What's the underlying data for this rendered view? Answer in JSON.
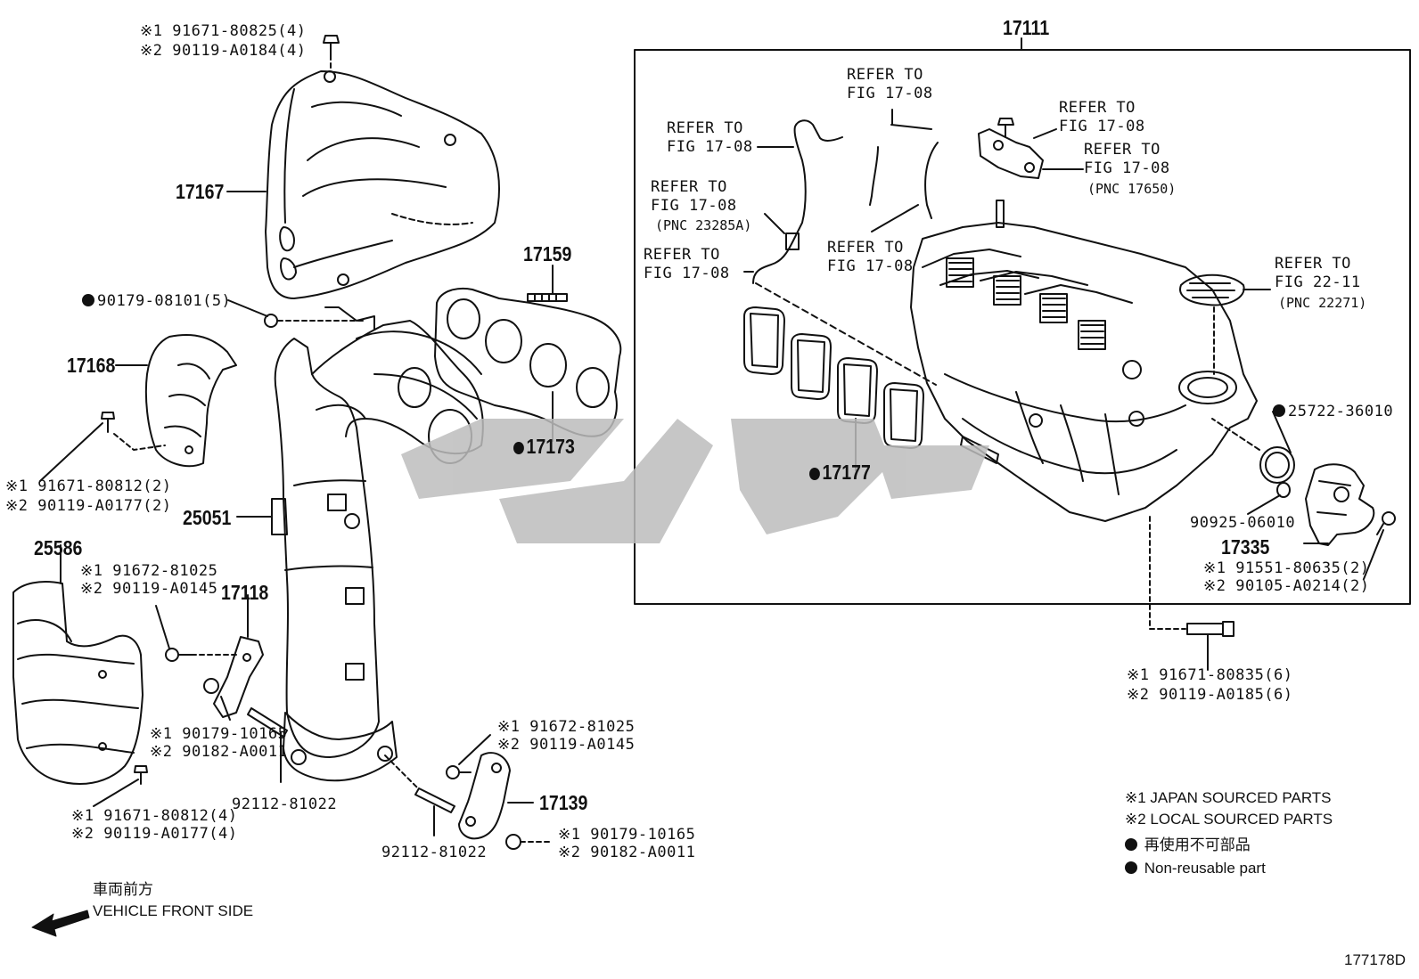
{
  "diagram": {
    "figure_code": "177178D",
    "box_part": "17111",
    "parts": {
      "p17167": "17167",
      "p17168": "17168",
      "p17159": "17159",
      "p17173": "17173",
      "p25051": "25051",
      "p25586": "25586",
      "p17118": "17118",
      "p17139": "17139",
      "p17177": "17177",
      "p17335": "17335",
      "p92112a": "92112-81022",
      "p92112b": "92112-81022",
      "p90179": "90179-08101(5)",
      "p25722": "25722-36010",
      "p90925": "90925-06010"
    },
    "fasteners": {
      "top_1": "※1 91671-80825(4)",
      "top_2": "※2 90119-A0184(4)",
      "h168_1": "※1 91671-80812(2)",
      "h168_2": "※2 90119-A0177(2)",
      "b118_1": "※1 91672-81025",
      "b118_2": "※2 90119-A0145",
      "n118_1": "※1 90179-10165",
      "n118_2": "※2 90182-A0011",
      "h586_1": "※1 91671-80812(4)",
      "h586_2": "※2 90119-A0177(4)",
      "b139_1": "※1 91672-81025",
      "b139_2": "※2 90119-A0145",
      "n139_1": "※1 90179-10165",
      "n139_2": "※2 90182-A0011",
      "s335_1": "※1 91551-80635(2)",
      "s335_2": "※2 90105-A0214(2)",
      "m111_1": "※1 91671-80835(6)",
      "m111_2": "※2 90119-A0185(6)"
    },
    "references": {
      "r1": [
        "REFER TO",
        "FIG 17-08"
      ],
      "r2": [
        "REFER TO",
        "FIG 17-08"
      ],
      "r3": [
        "REFER TO",
        "FIG 17-08"
      ],
      "r3_note": "(PNC 23285A)",
      "r4": [
        "REFER TO",
        "FIG 17-08"
      ],
      "r5": [
        "REFER TO",
        "FIG 17-08"
      ],
      "r6": [
        "REFER TO",
        "FIG 17-08"
      ],
      "r7": [
        "REFER TO",
        "FIG 17-08"
      ],
      "r7_note": "(PNC 17650)",
      "r8": [
        "REFER TO",
        "FIG 22-11"
      ],
      "r8_note": "(PNC 22271)"
    },
    "legend": {
      "l1": "※1 JAPAN SOURCED PARTS",
      "l2": "※2 LOCAL SOURCED PARTS",
      "l3": "再使用不可部品",
      "l4": "Non-reusable part"
    },
    "direction": {
      "jp": "車両前方",
      "en": "VEHICLE FRONT SIDE"
    }
  },
  "colors": {
    "line": "#111111",
    "watermark": "#bdbdbd"
  },
  "icons": [
    "arrow-left-icon",
    "non-reusable-dot-icon",
    "bolt-icon",
    "nut-icon",
    "stud-icon"
  ]
}
